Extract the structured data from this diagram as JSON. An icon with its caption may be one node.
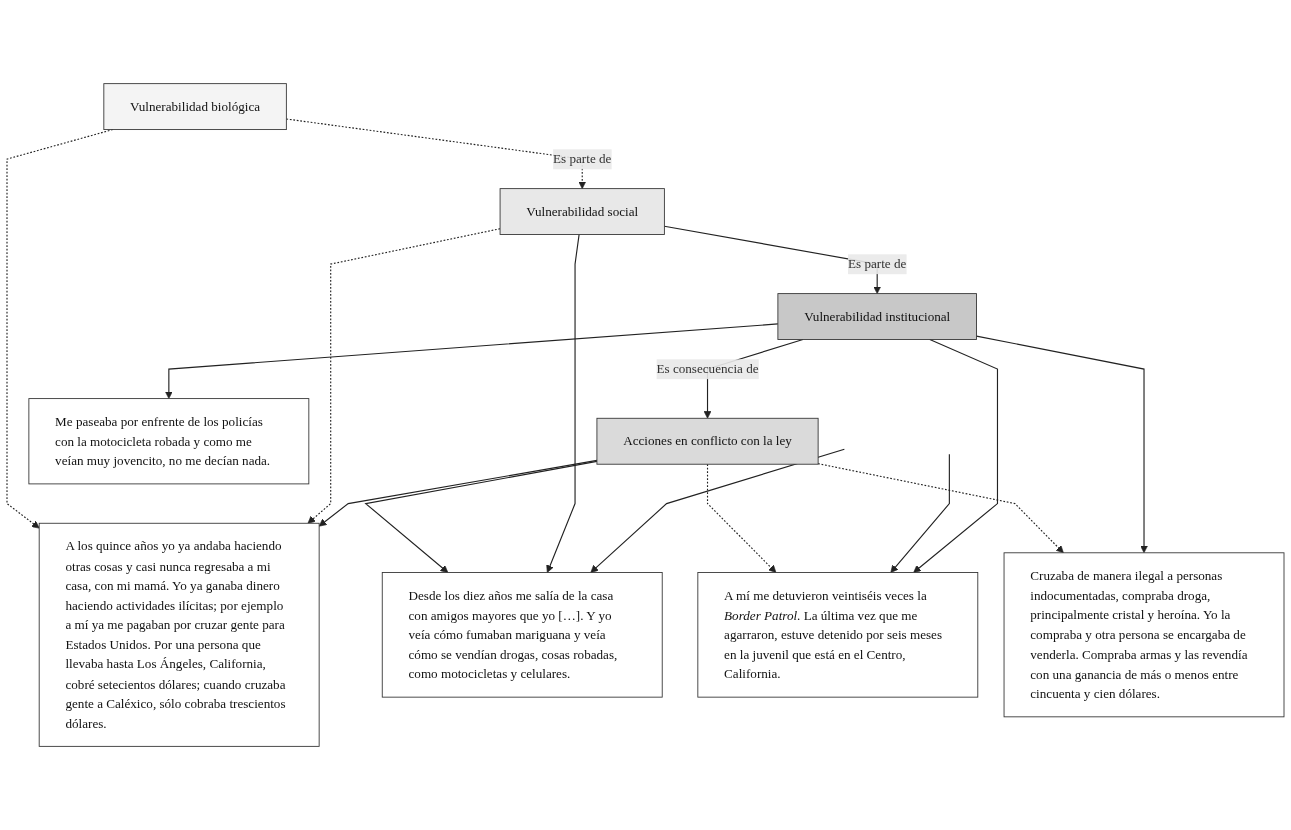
{
  "diagram": {
    "nodes": [
      {
        "text": [
          "A los quince años yo ya andaba haciendo otras cosas y casi nunca regresaba a mi casa, con mi mamá. Yo ya ganaba dinero haciendo actividades ilícitas; por ejemplo a mí ya me pagaban por cruzar gente para Estados Unidos. Por una persona que llevaba hasta Los Ángeles, California, cobré setecientos dólares; cuando cruzaba gente a Caléxico, sólo cobraba trescientos dólares."
        ]
      },
      {
        "text": [
          "Desde los diez años me salía de la casa con amigos mayores que yo […]. Y yo veía cómo fumaban mariguana y veía cómo se vendían drogas, cosas robadas, como motocicletas y celulares."
        ]
      },
      {
        "text": [
          "Vulnerabilidad biológica"
        ]
      },
      {
        "text": [
          "Vulnerabilidad social"
        ]
      },
      {
        "text": [
          "A mí me detuvieron veintiséis veces la *Border Patrol*. La última vez que me agarraron, estuve detenido por seis meses en la juvenil que está en el Centro, California."
        ]
      },
      {
        "text": [
          "Acciones en conflicto con la ley"
        ]
      },
      {
        "text": [
          "Cruzaba de manera ilegal a personas indocumentadas, compraba droga, principalmente cristal y heroína. Yo la compraba y otra persona se encargaba de venderla. Compraba armas y las revendía con una ganancia de más o menos entre cincuenta y cien dólares."
        ]
      },
      {
        "text": [
          "Me paseaba por enfrente de los policías con la motocicleta robada y como me veían muy jovencito, no me decían nada."
        ]
      },
      {
        "text": [
          "Vulnerabilidad institucional"
        ]
      }
    ],
    "edges": [
      {
        "from": 5,
        "to": 1,
        "arrow": "to"
      },
      {
        "from": 3,
        "to": 1,
        "arrow": "to"
      },
      {
        "from": null,
        "to": 1,
        "arrow": "to"
      },
      {
        "from": 2,
        "to": 0,
        "arrow": "to",
        "style": "dashed"
      },
      {
        "from": 2,
        "to": 3,
        "arrow": "to",
        "style": "dashed",
        "label": "Es parte de"
      },
      {
        "from": 3,
        "to": 0,
        "arrow": "to",
        "style": "dashed"
      },
      {
        "from": 5,
        "to": 0,
        "arrow": "to"
      },
      {
        "from": 5,
        "to": 4,
        "arrow": "to",
        "style": "dashed"
      },
      {
        "from": null,
        "to": 4,
        "arrow": "to"
      },
      {
        "from": 3,
        "to": 8,
        "arrow": "to",
        "label": "Es parte de"
      },
      {
        "from": 8,
        "to": 5,
        "arrow": "to",
        "label": "Es consecuencia de"
      },
      {
        "from": 8,
        "to": 4,
        "arrow": "to"
      },
      {
        "from": 5,
        "to": 6,
        "arrow": "to",
        "style": "dashed"
      },
      {
        "from": 8,
        "to": 7,
        "arrow": "to"
      },
      {
        "from": 8,
        "to": 6,
        "arrow": "to"
      }
    ]
  }
}
